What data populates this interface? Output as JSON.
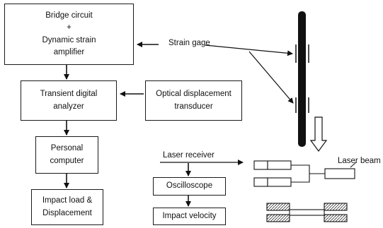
{
  "boxes": {
    "bridge": [
      "Bridge circuit",
      "+",
      "Dynamic strain",
      "amplifier"
    ],
    "transient": [
      "Transient digital",
      "analyzer"
    ],
    "optical": [
      "Optical displacement",
      "transducer"
    ],
    "personal": [
      "Personal",
      "computer"
    ],
    "impact_load": [
      "Impact load &",
      "Displacement"
    ],
    "oscilloscope": "Oscilloscope",
    "impact_velocity": "Impact velocity"
  },
  "labels": {
    "strain_gage": "Strain gage",
    "laser_receiver": "Laser receiver",
    "laser_beam": "Laser beam"
  }
}
